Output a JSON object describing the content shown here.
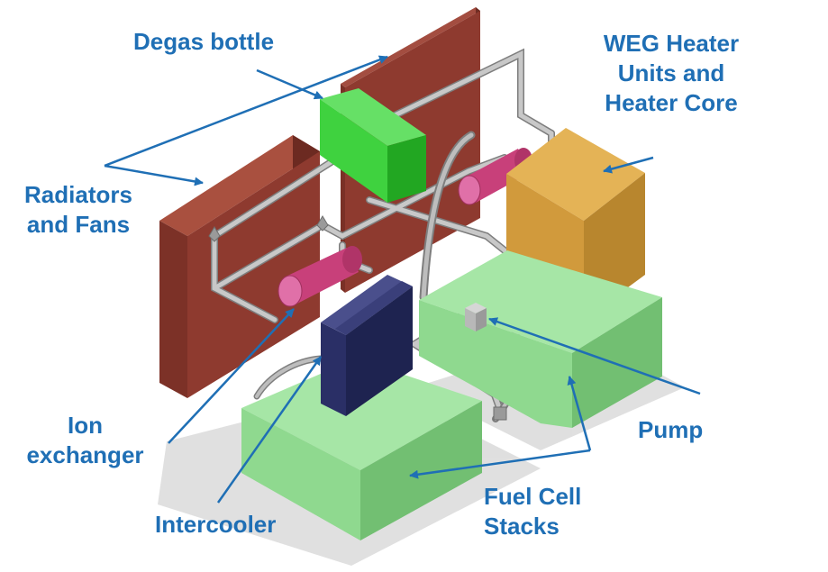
{
  "labels": {
    "degas_bottle": "Degas bottle",
    "weg_heater": "WEG Heater\nUnits  and\nHeater Core",
    "radiators": "Radiators\nand Fans",
    "ion_exchanger": "Ion\nexchanger",
    "pump": "Pump",
    "fuel_cell_stacks": "Fuel Cell\nStacks",
    "intercooler": "Intercooler"
  },
  "colors": {
    "label_text": "#1F6FB5",
    "arrow": "#1F6FB5",
    "radiator": "#8B3A2F",
    "degas_bottle": "#3FD23F",
    "heater_core": "#D19A3C",
    "fuel_cell_stack": "#8FD98F",
    "intercooler": "#2A2F66",
    "ion_exchanger": "#C8407A",
    "pipe": "#A8A8A8",
    "shadow": "#D8D8D8"
  }
}
